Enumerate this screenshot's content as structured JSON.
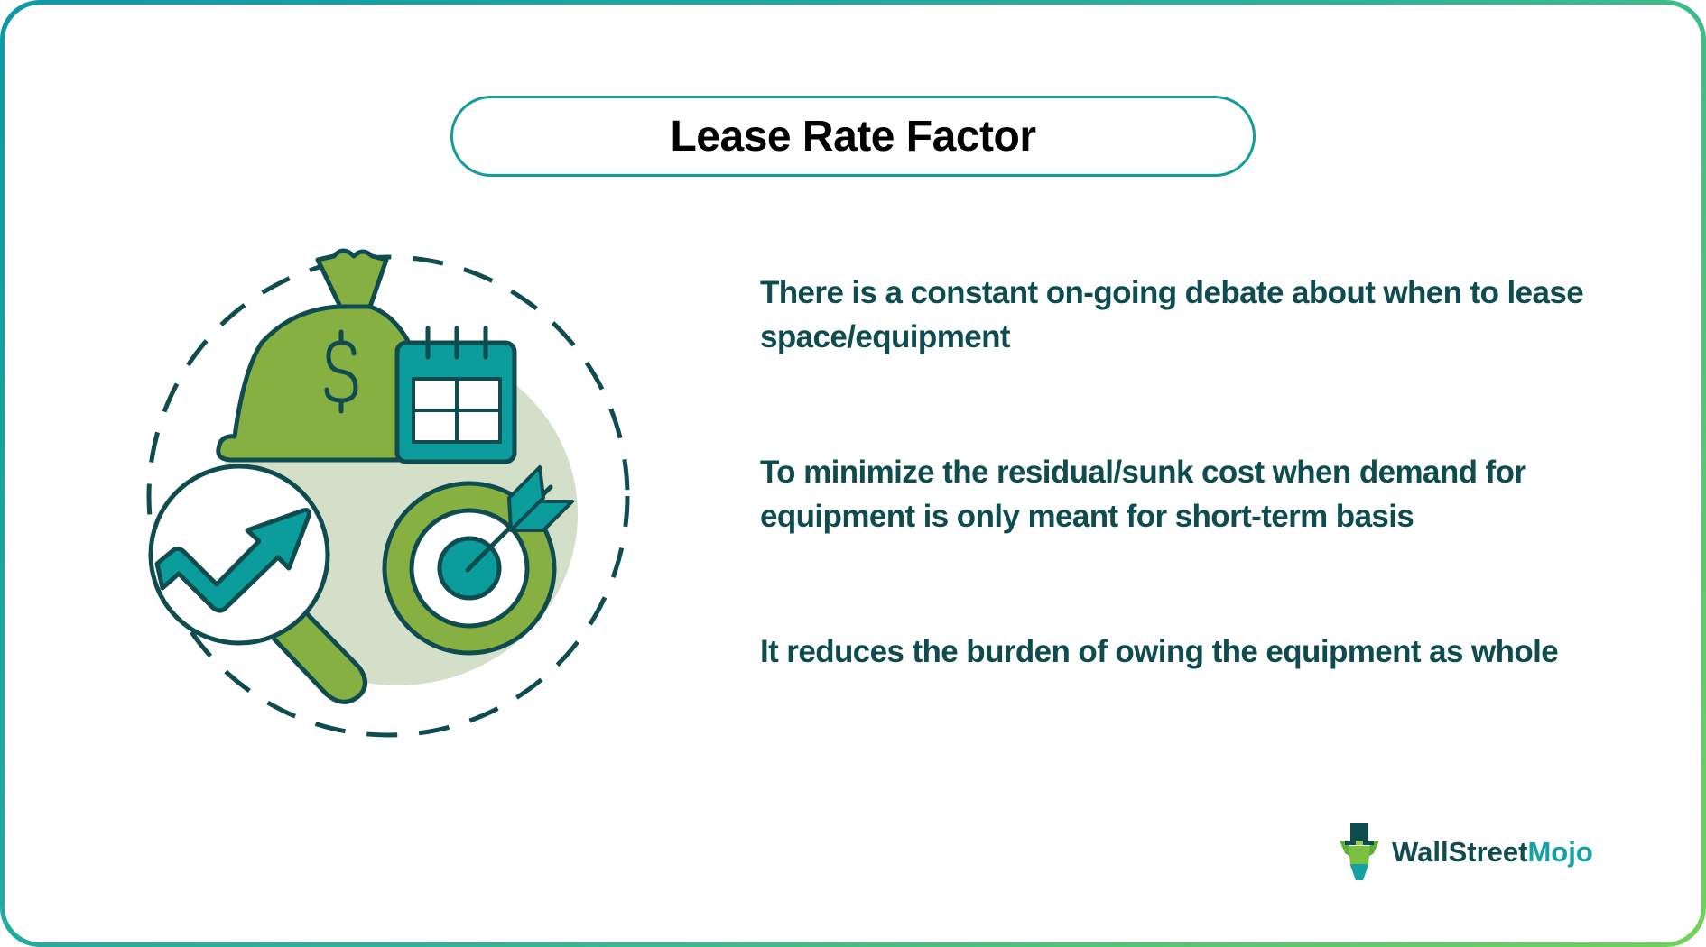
{
  "header": {
    "title": "Lease Rate Factor"
  },
  "points": [
    {
      "text": "There is a constant on-going debate about  when to lease space/equipment"
    },
    {
      "text": "To minimize the residual/sunk cost when demand for equipment is only meant for short-term basis"
    },
    {
      "text": "It reduces the burden of owing the equipment as whole"
    }
  ],
  "illustration": {
    "icons": [
      "money-bag-icon",
      "dollar-sign-icon",
      "calendar-icon",
      "magnifier-icon",
      "trend-up-arrow-icon",
      "target-icon",
      "arrow-dart-icon"
    ]
  },
  "logo": {
    "part1": "WallStreet",
    "part2": "Mojo"
  },
  "colors": {
    "text": "#0f4c4f",
    "title": "#000000",
    "pill_border": "#129c9c",
    "green": "#86b142",
    "teal": "#0a9d9c",
    "outline": "#0f4c4f",
    "blob": "#d3dfc8",
    "frame_start": "#0c9aa6",
    "frame_end": "#6fd35a"
  }
}
